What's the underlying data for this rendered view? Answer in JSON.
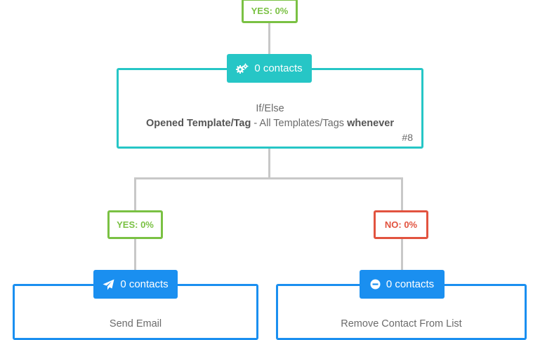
{
  "top_branch": {
    "label": "YES: 0%"
  },
  "ifelse_node": {
    "contacts_label": "0 contacts",
    "icon": "gears-icon",
    "title": "If/Else",
    "condition_field": "Opened Template/Tag",
    "condition_separator": " - ",
    "condition_value": "All Templates/Tags",
    "condition_suffix": "whenever",
    "step_number": "#8"
  },
  "yes_branch": {
    "label": "YES: 0%"
  },
  "no_branch": {
    "label": "NO: 0%"
  },
  "send_email_node": {
    "contacts_label": "0 contacts",
    "icon": "paper-plane-icon",
    "title": "Send Email"
  },
  "remove_contact_node": {
    "contacts_label": "0 contacts",
    "icon": "minus-circle-icon",
    "title": "Remove Contact From List"
  },
  "colors": {
    "yes": "#7ac143",
    "no": "#e2533f",
    "teal": "#26c6c6",
    "blue": "#1a8ff0",
    "connector": "#c8c8c8"
  }
}
